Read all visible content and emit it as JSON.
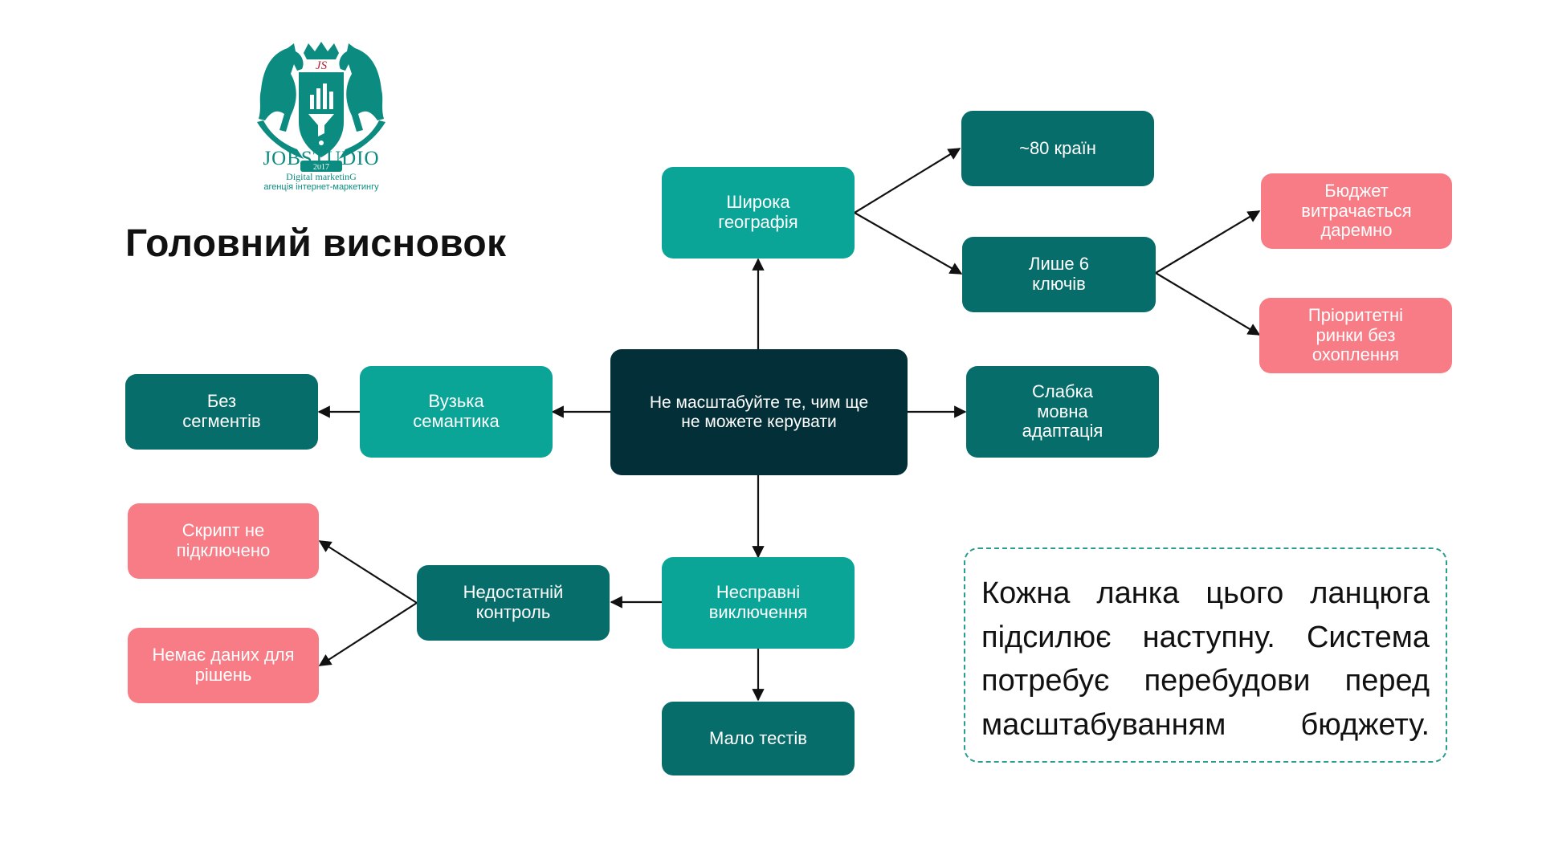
{
  "slide": {
    "title": "Головний висновок",
    "logo": {
      "brand": "JOBSTUDIO",
      "tagline": "Digital marketinG",
      "agency": "агенція інтернет-маркетингу",
      "year": "2017",
      "monogram": "JS"
    },
    "center": "Не масштабуйте те, чим ще не можете керувати",
    "nodes": {
      "wide_geo": "Широка географія",
      "countries": "~80 країн",
      "six_keys": "Лише 6 ключів",
      "budget_wasted": "Бюджет витрачається даремно",
      "priority_markets": "Пріоритетні ринки без охоплення",
      "weak_lang": "Слабка мовна адаптація",
      "narrow_sem": "Вузька семантика",
      "no_segments": "Без сегментів",
      "bad_exclusions": "Несправні виключення",
      "few_tests": "Мало тестів",
      "weak_control": "Недостатній контроль",
      "script_off": "Скрипт не підключено",
      "no_data": "Немає даних для рішень"
    },
    "callout": "Кожна ланка цього ланцюга підсилює наступну. Система потребує перебудови перед масштабуванням бюджету.",
    "colors": {
      "center": "#033038",
      "mid": "#0aa597",
      "dark": "#076d6a",
      "pink": "#f77c85",
      "brand": "#0c8b80"
    }
  }
}
